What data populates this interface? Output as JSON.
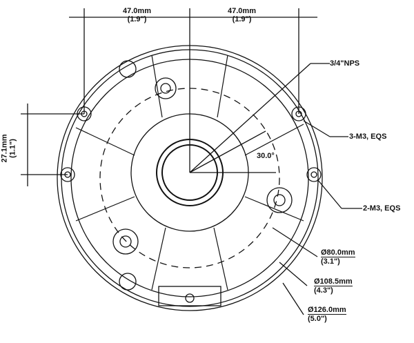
{
  "dimensions": {
    "left_half_width": {
      "mm": "47.0mm",
      "inch": "(1.9\")"
    },
    "right_half_width": {
      "mm": "47.0mm",
      "inch": "(1.9\")"
    },
    "vertical_offset": {
      "mm": "27.1mm",
      "inch": "(1.1\")"
    },
    "angle": "30.0°",
    "diameter_inner": {
      "mm": "Ø80.0mm",
      "inch": "(3.1\")"
    },
    "diameter_middle": {
      "mm": "Ø108.5mm",
      "inch": "(4.3\")"
    },
    "diameter_outer": {
      "mm": "Ø126.0mm",
      "inch": "(5.0\")"
    }
  },
  "callouts": {
    "center_thread": "3/4\"NPS",
    "holes_3": "3-M3, EQS",
    "holes_2": "2-M3, EQS"
  }
}
